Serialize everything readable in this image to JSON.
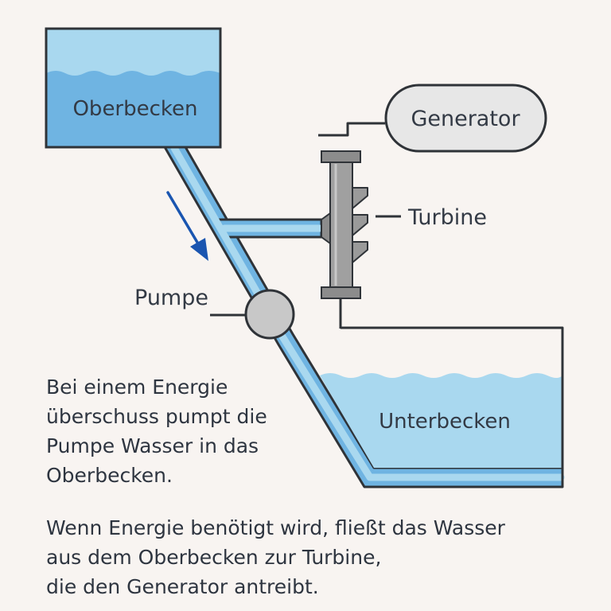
{
  "labels": {
    "upper_basin": "Oberbecken",
    "lower_basin": "Unterbecken",
    "generator": "Generator",
    "turbine": "Turbine",
    "pump": "Pumpe"
  },
  "captions": {
    "pump_mode": "Bei einem Energie\nüberschuss pumpt die\nPumpe Wasser in das\nOberbecken.",
    "generate_mode": "Wenn Energie benötigt wird, fließt das Wasser\naus dem Oberbecken zur Turbine,\ndie den Generator antreibt."
  },
  "colors": {
    "water_light": "#a9d8ef",
    "water_mid": "#6fb4e2",
    "outline": "#2f3338",
    "machine_gray": "#9a9a9a",
    "flow_arrow": "#1a55b0",
    "background": "#f8f4f1"
  },
  "icons": {
    "flow_arrow": "arrow-down-right-icon"
  }
}
